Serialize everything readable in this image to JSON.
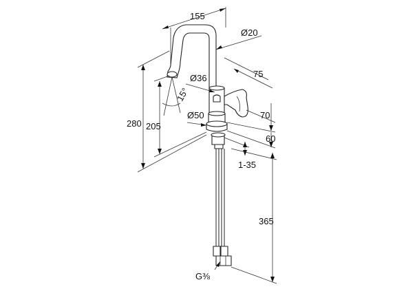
{
  "dimensions": {
    "spout_reach": "155",
    "spout_diameter": "Ø20",
    "handle_offset": "75",
    "body_diameter": "Ø36",
    "spout_angle": "15°",
    "total_height": "280",
    "spout_height": "205",
    "base_diameter": "Ø50",
    "handle_height": "70",
    "base_height": "60",
    "counter_thickness": "1-35",
    "hose_length": "365",
    "connection_thread": "G⅜"
  }
}
